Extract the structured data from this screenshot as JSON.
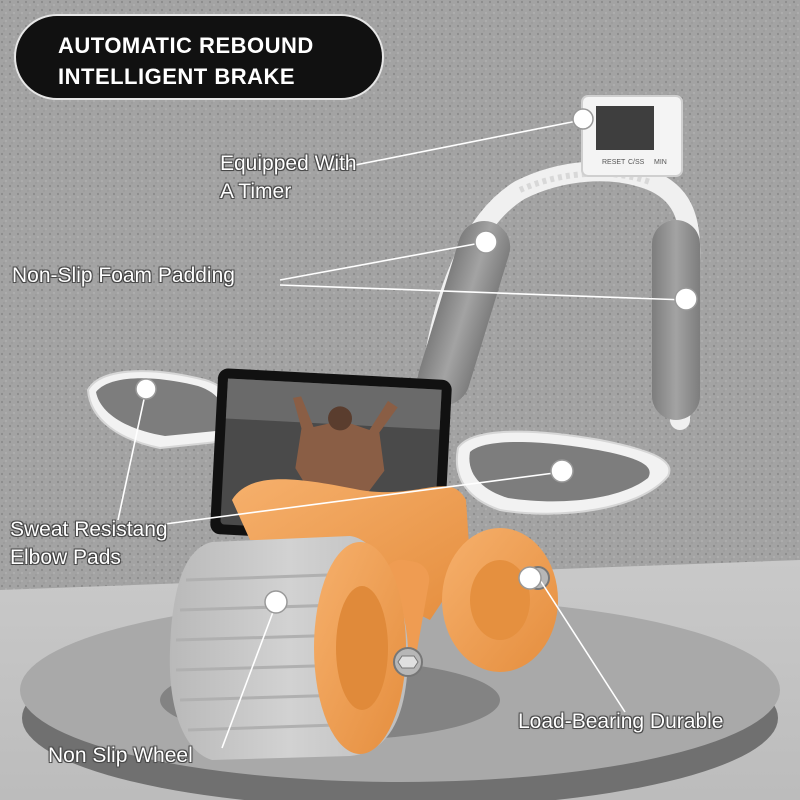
{
  "badge": {
    "line1": "AUTOMATIC REBOUND",
    "line2": "INTELLIGENT BRAKE"
  },
  "callouts": {
    "timer": {
      "line1": "Equipped With",
      "line2": "A Timer"
    },
    "foam": {
      "line1": "Non-Slip Foam Padding"
    },
    "elbow": {
      "line1": "Sweat Resistang",
      "line2": "Elbow Pads"
    },
    "load": {
      "line1": "Load-Bearing Durable"
    },
    "wheel": {
      "line1": "Non Slip Wheel"
    }
  },
  "timer_display": {
    "button_left": "RESET",
    "button_mid": "C/SS",
    "button_right": "MIN"
  },
  "colors": {
    "accent_orange": "#f2a35a",
    "wheel_grey": "#c9c9c9",
    "foam_grey": "#8f8f8f",
    "badge_black": "#111111",
    "background_grey": "#9d9d9d"
  }
}
